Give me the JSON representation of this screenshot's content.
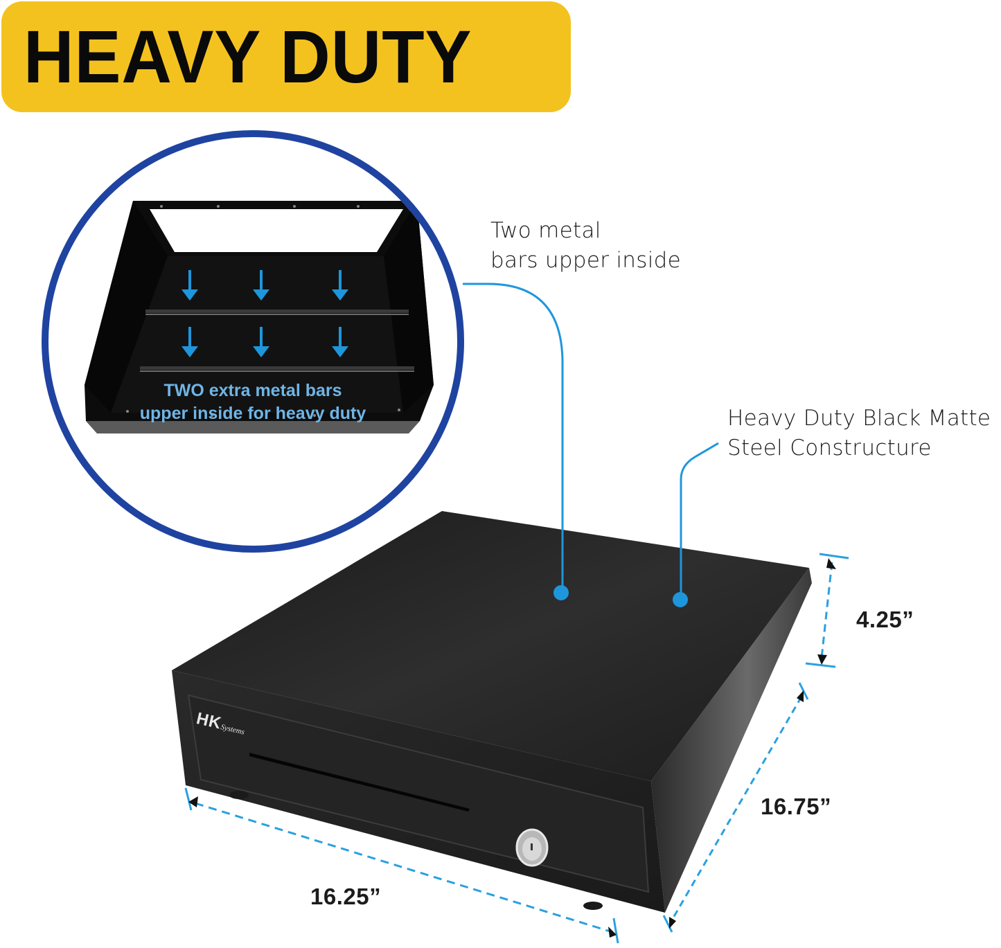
{
  "banner": {
    "title": "HEAVY DUTY",
    "background": "#f4c21f"
  },
  "inset": {
    "caption_line1": "TWO extra metal bars",
    "caption_line2": "upper inside for heavy duty",
    "caption_color": "#6fb5e6",
    "ring_color": "#1f43a0",
    "arrow_color": "#1e96dc",
    "arrow_rows": 2,
    "arrows_per_row": 3
  },
  "callouts": [
    {
      "line1": "Two metal",
      "line2": "bars upper inside"
    },
    {
      "line1": "Heavy Duty Black Matte",
      "line2": "Steel Constructure"
    }
  ],
  "product": {
    "brand_logo": "H K",
    "brand_sub": "Systems"
  },
  "dimensions": {
    "height": "4.25”",
    "depth": "16.75”",
    "width": "16.25”",
    "line_color": "#2aa0e0"
  }
}
